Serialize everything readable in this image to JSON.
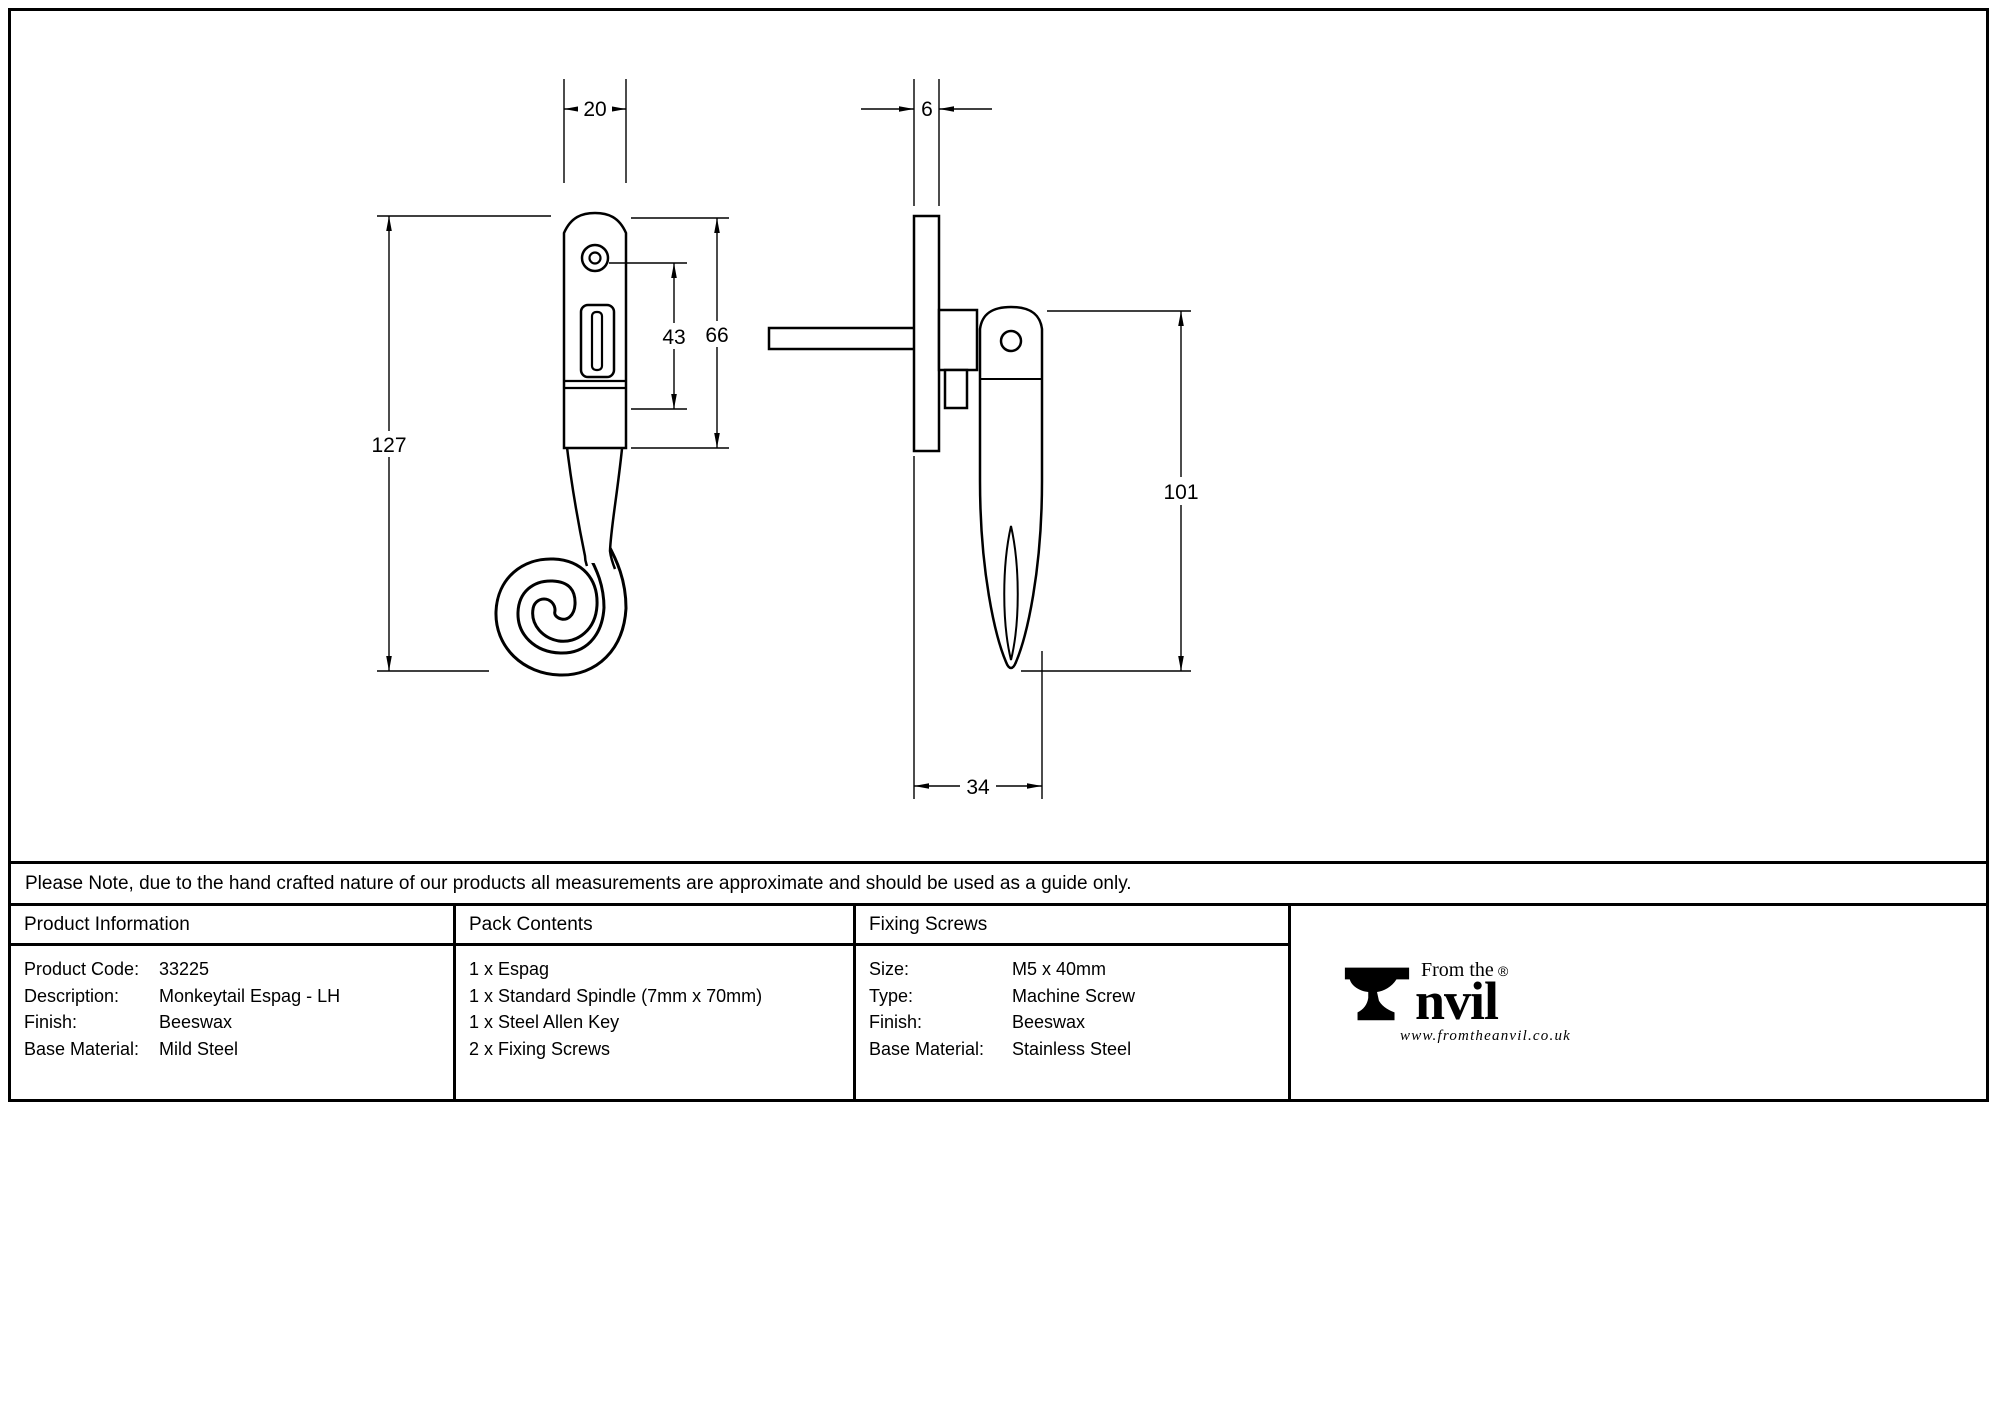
{
  "note": "Please Note, due to the hand crafted nature of our products all measurements are approximate and should be used as a guide only.",
  "drawing": {
    "dims": {
      "front_width": "20",
      "front_overall": "127",
      "front_slot": "43",
      "front_plate": "66",
      "side_thickness": "6",
      "side_handle": "101",
      "side_depth": "34"
    }
  },
  "product_info": {
    "header": "Product Information",
    "rows": [
      {
        "label": "Product Code:",
        "value": "33225"
      },
      {
        "label": "Description:",
        "value": "Monkeytail Espag - LH"
      },
      {
        "label": "Finish:",
        "value": "Beeswax"
      },
      {
        "label": "Base Material:",
        "value": "Mild Steel"
      }
    ]
  },
  "pack_contents": {
    "header": "Pack Contents",
    "items": [
      "1 x Espag",
      "1 x Standard Spindle (7mm x 70mm)",
      "1 x Steel Allen Key",
      "2 x Fixing Screws"
    ]
  },
  "fixing_screws": {
    "header": "Fixing Screws",
    "rows": [
      {
        "label": "Size:",
        "value": "M5 x 40mm"
      },
      {
        "label": "Type:",
        "value": "Machine Screw"
      },
      {
        "label": "Finish:",
        "value": "Beeswax"
      },
      {
        "label": "Base Material:",
        "value": "Stainless Steel"
      }
    ]
  },
  "logo": {
    "from_the": "From the",
    "anvil_text": "nvil",
    "registered": "®",
    "url": "www.fromtheanvil.co.uk"
  }
}
